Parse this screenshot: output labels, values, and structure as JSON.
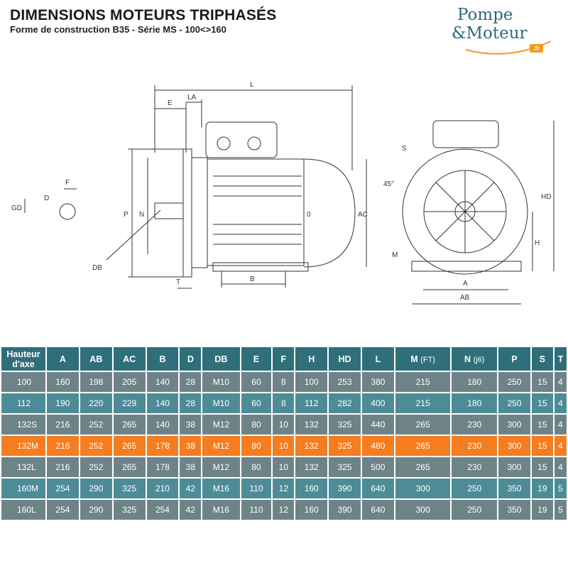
{
  "header": {
    "title": "DIMENSIONS MOTEURS TRIPHASÉS",
    "subtitle": "Forme de construction B35 - Série MS - 100<>160"
  },
  "logo": {
    "line1": "Pompe",
    "line2": "&Moteur",
    "badge": ".fr"
  },
  "drawing_labels": {
    "L": "L",
    "E": "E",
    "LA": "LA",
    "P": "P",
    "N": "N",
    "AC": "AC",
    "B": "B",
    "DB": "DB",
    "T": "T",
    "F": "F",
    "D": "D",
    "GD": "GD",
    "O": "0",
    "S": "S",
    "angle": "45°",
    "M": "M",
    "HD": "HD",
    "H": "H",
    "A": "A",
    "AB": "AB"
  },
  "table": {
    "header_first_line1": "Hauteur",
    "header_first_line2": "d'axe",
    "columns": [
      "A",
      "AB",
      "AC",
      "B",
      "D",
      "DB",
      "E",
      "F",
      "H",
      "HD",
      "L",
      "M",
      "N",
      "P",
      "S",
      "T"
    ],
    "column_subs": {
      "M": "(FT)",
      "N": "(j6)"
    },
    "rows": [
      [
        "100",
        "160",
        "198",
        "205",
        "140",
        "28",
        "M10",
        "60",
        "8",
        "100",
        "253",
        "380",
        "215",
        "180",
        "250",
        "15",
        "4"
      ],
      [
        "112",
        "190",
        "220",
        "229",
        "140",
        "28",
        "M10",
        "60",
        "8",
        "112",
        "282",
        "400",
        "215",
        "180",
        "250",
        "15",
        "4"
      ],
      [
        "132S",
        "216",
        "252",
        "265",
        "140",
        "38",
        "M12",
        "80",
        "10",
        "132",
        "325",
        "440",
        "265",
        "230",
        "300",
        "15",
        "4"
      ],
      [
        "132M",
        "216",
        "252",
        "265",
        "178",
        "38",
        "M12",
        "80",
        "10",
        "132",
        "325",
        "480",
        "265",
        "230",
        "300",
        "15",
        "4"
      ],
      [
        "132L",
        "216",
        "252",
        "265",
        "178",
        "38",
        "M12",
        "80",
        "10",
        "132",
        "325",
        "500",
        "265",
        "230",
        "300",
        "15",
        "4"
      ],
      [
        "160M",
        "254",
        "290",
        "325",
        "210",
        "42",
        "M16",
        "110",
        "12",
        "160",
        "390",
        "640",
        "300",
        "250",
        "350",
        "19",
        "5"
      ],
      [
        "160L",
        "254",
        "290",
        "325",
        "254",
        "42",
        "M16",
        "110",
        "12",
        "160",
        "390",
        "640",
        "300",
        "250",
        "350",
        "19",
        "5"
      ]
    ],
    "highlight_row": 3
  },
  "colors": {
    "header": "#2f6f7a",
    "row_grey": "#6e8388",
    "row_teal": "#4d8c97",
    "highlight": "#f57c1f"
  }
}
